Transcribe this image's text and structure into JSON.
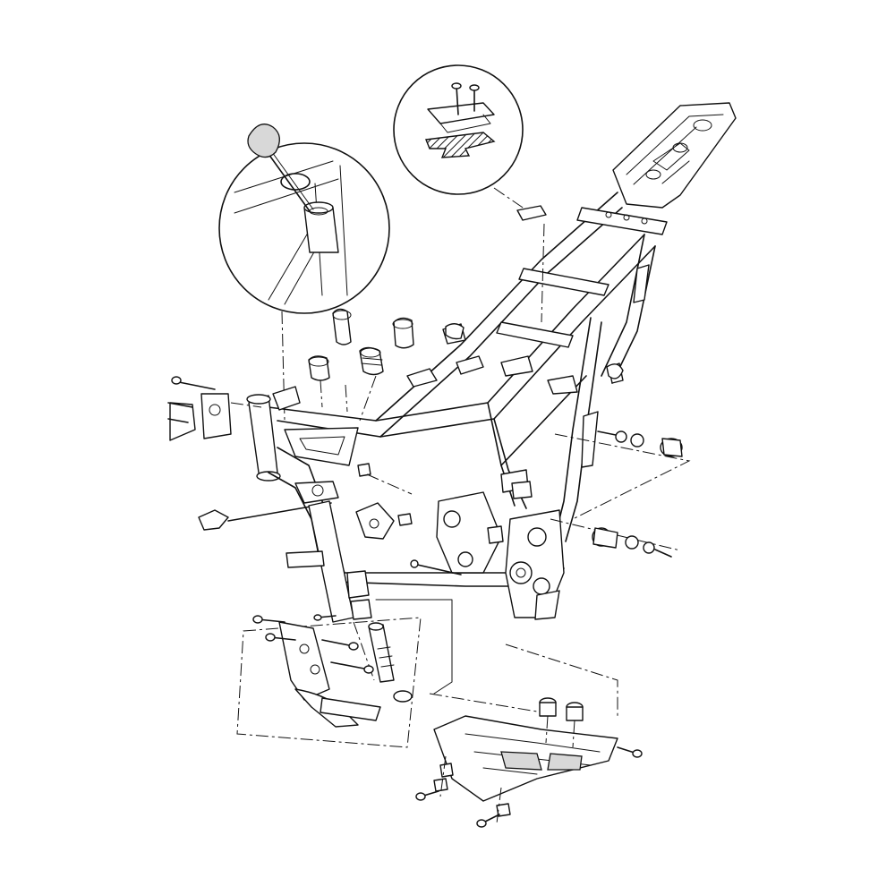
{
  "diagram": {
    "kind": "exploded-parts-diagram",
    "colors": {
      "line": "#111111",
      "background": "#ffffff",
      "shade": "#d8d8d8"
    },
    "callouts": [
      {
        "id": "steering-stem-detail",
        "icon": "steering-stem-icon"
      },
      {
        "id": "seat-bracket-detail",
        "icon": "bracket-plate-icon"
      }
    ]
  }
}
